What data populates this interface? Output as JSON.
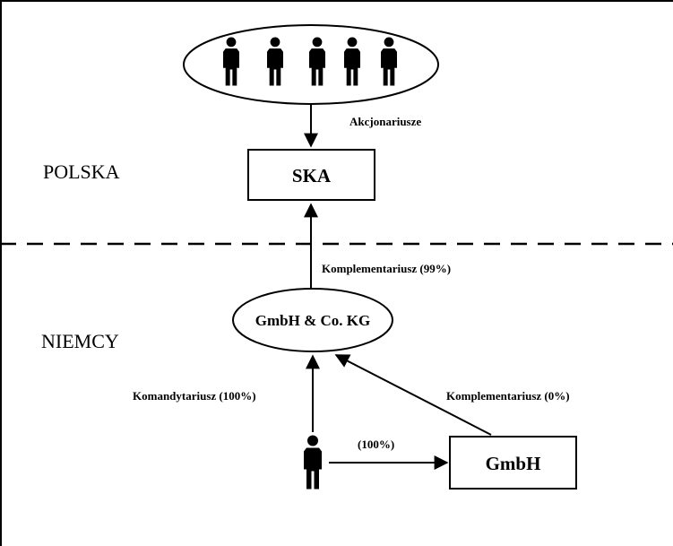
{
  "regions": {
    "top_label": "POLSKA",
    "bottom_label": "NIEMCY"
  },
  "nodes": {
    "shareholders_group": {
      "icon": "person-icon",
      "count": 5
    },
    "ska": {
      "label": "SKA"
    },
    "kg": {
      "label": "GmbH & Co. KG"
    },
    "gmbh": {
      "label": "GmbH"
    },
    "individual": {
      "icon": "person-icon"
    }
  },
  "edges": {
    "shareholders_to_ska": "Akcjonariusze",
    "kg_to_ska": "Komplementariusz (99%)",
    "person_to_kg": "Komandytariusz (100%)",
    "gmbh_to_kg": "Komplementariusz (0%)",
    "person_to_gmbh": "(100%)"
  },
  "colors": {
    "line": "#000000",
    "background": "#ffffff"
  }
}
